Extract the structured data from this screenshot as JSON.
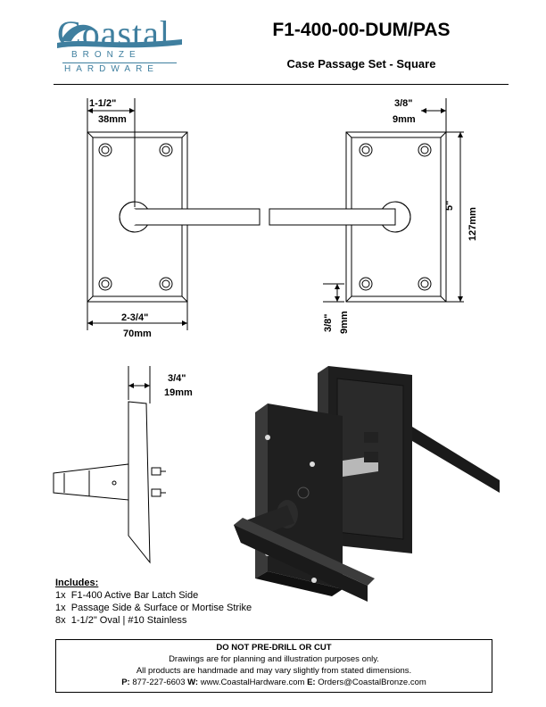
{
  "brand": {
    "word": "oastal",
    "initial": "C",
    "line2": "BRONZE",
    "line3": "HARDWARE"
  },
  "header": {
    "title": "F1-400-00-DUM/PAS",
    "subtitle": "Case Passage Set - Square"
  },
  "dimensions": {
    "top_left_in": "1-1/2\"",
    "top_left_mm": "38mm",
    "top_right_in": "3/8\"",
    "top_right_mm": "9mm",
    "height_in": "5\"",
    "height_mm": "127mm",
    "width_in": "2-3/4\"",
    "width_mm": "70mm",
    "bottom_right_in": "3/8\"",
    "bottom_right_mm": "9mm",
    "side_in": "3/4\"",
    "side_mm": "19mm"
  },
  "includes": {
    "heading": "Includes:",
    "items": [
      {
        "qty": "1x",
        "text": "F1-400 Active Bar Latch Side"
      },
      {
        "qty": "1x",
        "text": "Passage Side & Surface or Mortise Strike"
      },
      {
        "qty": "8x",
        "text": "1-1/2\" Oval | #10 Stainless"
      }
    ]
  },
  "footer": {
    "warning": "DO NOT PRE-DRILL OR CUT",
    "line1": "Drawings are for planning and illustration purposes only.",
    "line2": "All products are handmade and may vary slightly from stated dimensions.",
    "phone_label": "P:",
    "phone": "877-227-6603",
    "web_label": "W:",
    "web": "www.CoastalHardware.com",
    "email_label": "E:",
    "email": "Orders@CoastalBronze.com"
  }
}
